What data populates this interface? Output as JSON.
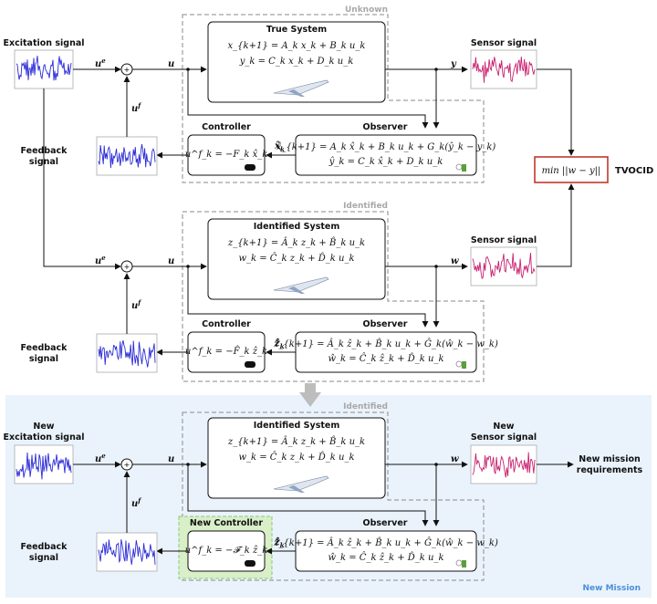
{
  "regions": {
    "unknown": "Unknown",
    "identified_1": "Identified",
    "identified_2": "Identified",
    "new_mission": "New Mission"
  },
  "labels": {
    "excitation_signal": "Excitation signal",
    "new_excitation_signal_1": "New",
    "new_excitation_signal_2": "Excitation signal",
    "sensor_signal": "Sensor signal",
    "new_sensor_signal_1": "New",
    "new_sensor_signal_2": "Sensor signal",
    "feedback_signal_1": "Feedback",
    "feedback_signal_2": "signal",
    "new_mission_req_1": "New mission",
    "new_mission_req_2": "requirements",
    "tvocid": "TVOCID"
  },
  "blocks": {
    "true_system": "True System",
    "identified_system": "Identified System",
    "controller": "Controller",
    "new_controller": "New Controller",
    "observer": "Observer"
  },
  "symbols": {
    "ue": "u",
    "ue_sup": "e",
    "uf": "u",
    "uf_sup": "f",
    "u": "u",
    "y": "y",
    "w": "w",
    "xhat": "x̂",
    "xhat_sub": "k",
    "zhat": "ẑ",
    "zhat_sub": "k",
    "plus": "+"
  },
  "equations": {
    "true_1": "x_{k+1} = A_k x_k + B_k u_k",
    "true_2": "y_k = C_k x_k + D_k u_k",
    "obs_true_1": "x̂_{k+1} = A_k x̂_k + B_k u_k + G_k(ŷ_k − y_k)",
    "obs_true_2": "ŷ_k = C_k x̂_k + D_k u_k",
    "ctrl_true": "u^f_k = −F_k x̂_k",
    "id_1": "z_{k+1} = Â_k z_k + B̂_k u_k",
    "id_2": "w_k = Ĉ_k z_k + D̂_k u_k",
    "obs_id_1": "ẑ_{k+1} = Â_k ẑ_k + B̂_k u_k + Ĝ_k(ŵ_k − w_k)",
    "obs_id_2": "ŵ_k = Ĉ_k ẑ_k + D̂_k u_k",
    "ctrl_id": "u^f_k = −F̂_k ẑ_k",
    "ctrl_new": "u^f_k = −𝓕_k ẑ_k",
    "tvocid": "min ||w − y||"
  },
  "colors": {
    "excitation": "#2b2bd6",
    "sensor": "#c8206e",
    "feedback": "#2b2bd6",
    "tvocid_border": "#c0392b",
    "new_mission_bg": "#eaf3fc",
    "new_controller_bg": "#d8efc8",
    "arrow_grey": "#bdbdbd"
  }
}
